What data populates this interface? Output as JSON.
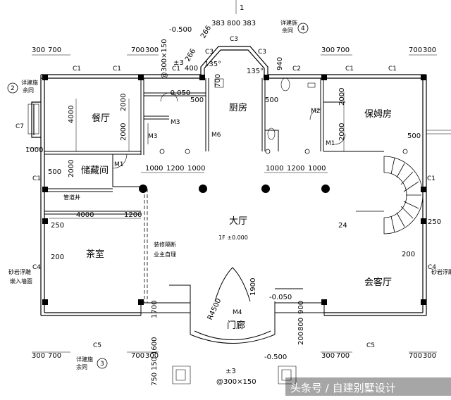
{
  "rooms": {
    "dining": "餐厅",
    "kitchen": "厨房",
    "nanny": "保姆房",
    "storage": "储藏间",
    "tea": "茶室",
    "hall": "大厅",
    "living": "会客厅",
    "porch": "门廊"
  },
  "notes": {
    "decor": "装修隔断",
    "owner": "业主自理",
    "floor": "1F ±0.000",
    "pipe": "管道井",
    "detail": "详建施",
    "other": "余同",
    "stone": "砂岩浮雕",
    "embed": "嵌入墙面"
  },
  "levels": {
    "top": "-0.500",
    "left": "-0.050",
    "porch": "-0.050",
    "bottom": "-0.500",
    "stair": "24"
  },
  "axis": {
    "top": "1"
  },
  "callouts": {
    "d2": "2",
    "d3": "3",
    "d4": "4"
  },
  "doors": {
    "m1a": "M1",
    "m1b": "M1",
    "m2": "M2",
    "m3a": "M3",
    "m3b": "M3",
    "m4": "M4",
    "m6": "M6"
  },
  "windows": {
    "c1": "C1",
    "c2": "C2",
    "c3": "C3",
    "c4": "C4",
    "c5": "C5",
    "c7": "C7"
  },
  "dims": {
    "d300": "300",
    "d700": "700",
    "d383": "383",
    "d800": "800",
    "d266": "266",
    "d400": "400",
    "d500": "500",
    "d940": "940",
    "d2000": "2000",
    "d4000": "4000",
    "d1000": "1000",
    "d1200": "1200",
    "d250": "250",
    "d200": "200",
    "d1700": "1700",
    "d1600": "1600",
    "d150": "150",
    "d750": "750",
    "d900": "900",
    "d1900": "1900",
    "r4500": "R4500",
    "pile": "@300×150",
    "plus3": "±3",
    "ang": "135°"
  },
  "watermark": "头条号 / 自建别墅设计"
}
